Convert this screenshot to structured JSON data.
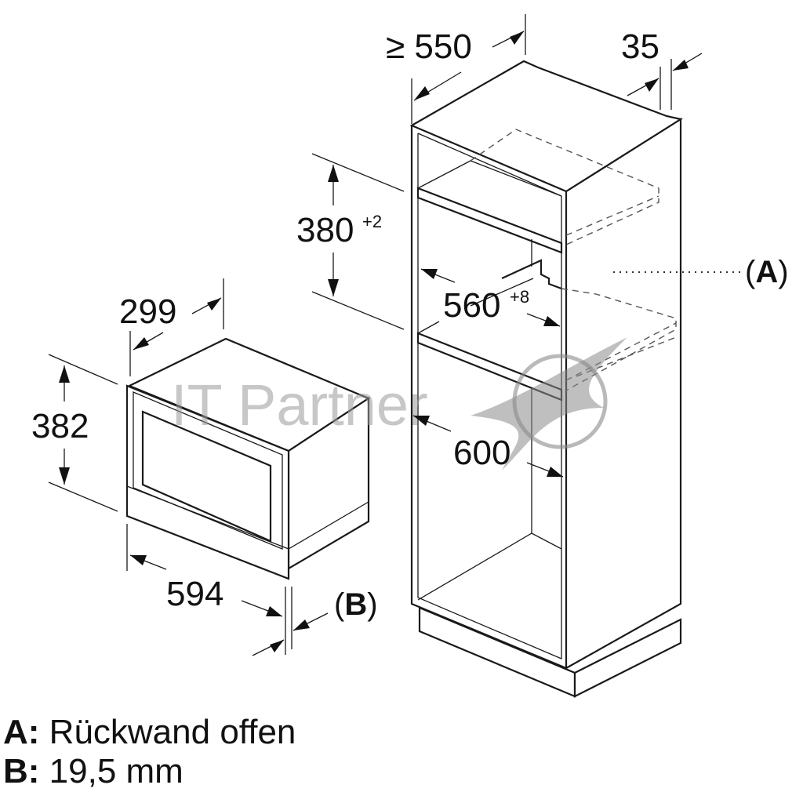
{
  "dimensions": {
    "cabinet_depth": "≥ 550",
    "cabinet_offset": "35",
    "niche_height": "380",
    "niche_height_tol": "+2",
    "niche_width": "560",
    "niche_width_tol": "+8",
    "cabinet_width": "600",
    "appliance_depth": "299",
    "appliance_height": "382",
    "appliance_width": "594"
  },
  "callouts": {
    "a_open": "(",
    "a_letter": "A",
    "a_close": ")",
    "b_open": "(",
    "b_letter": "B",
    "b_close": ")"
  },
  "legend": {
    "a_key": "A:",
    "a_text": " Rückwand offen",
    "b_key": "B:",
    "b_text": " 19,5 mm"
  },
  "watermark": {
    "text": "IT Partner"
  },
  "colors": {
    "line": "#1a1a1a",
    "watermark": "#9a9a9a"
  }
}
